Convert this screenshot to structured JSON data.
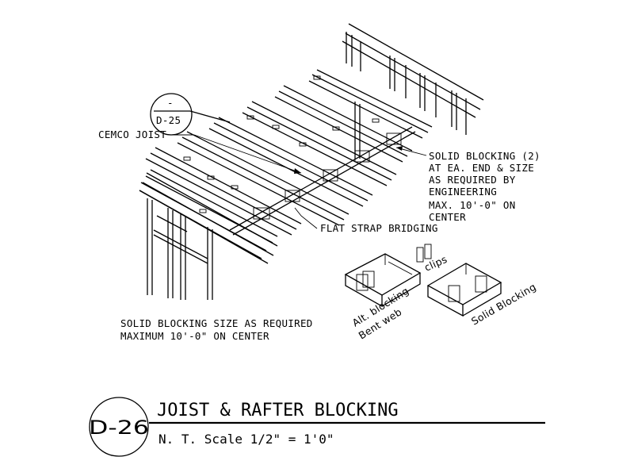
{
  "callout_top": {
    "section_mark": "-",
    "sheet_ref": "D-25"
  },
  "labels": {
    "cemco_joist": "CEMCO JOIST",
    "solid_blocking_note": [
      "SOLID BLOCKING (2)",
      "AT EA. END & SIZE",
      "AS REQUIRED BY",
      "ENGINEERING",
      "MAX. 10'-0\" ON",
      "CENTER"
    ],
    "flat_strap": "FLAT STRAP BRIDGING",
    "clips": "clips",
    "alt_blocking": "Alt. blocking",
    "bent_web": "Bent web",
    "solid_blocking": "Solid Blocking",
    "bottom_note": [
      "SOLID BLOCKING SIZE AS REQUIRED",
      "MAXIMUM 10'-0\" ON CENTER"
    ]
  },
  "title_block": {
    "detail_id": "D-26",
    "title": "JOIST & RAFTER BLOCKING",
    "scale": "N. T. Scale 1/2\" = 1'0\""
  }
}
